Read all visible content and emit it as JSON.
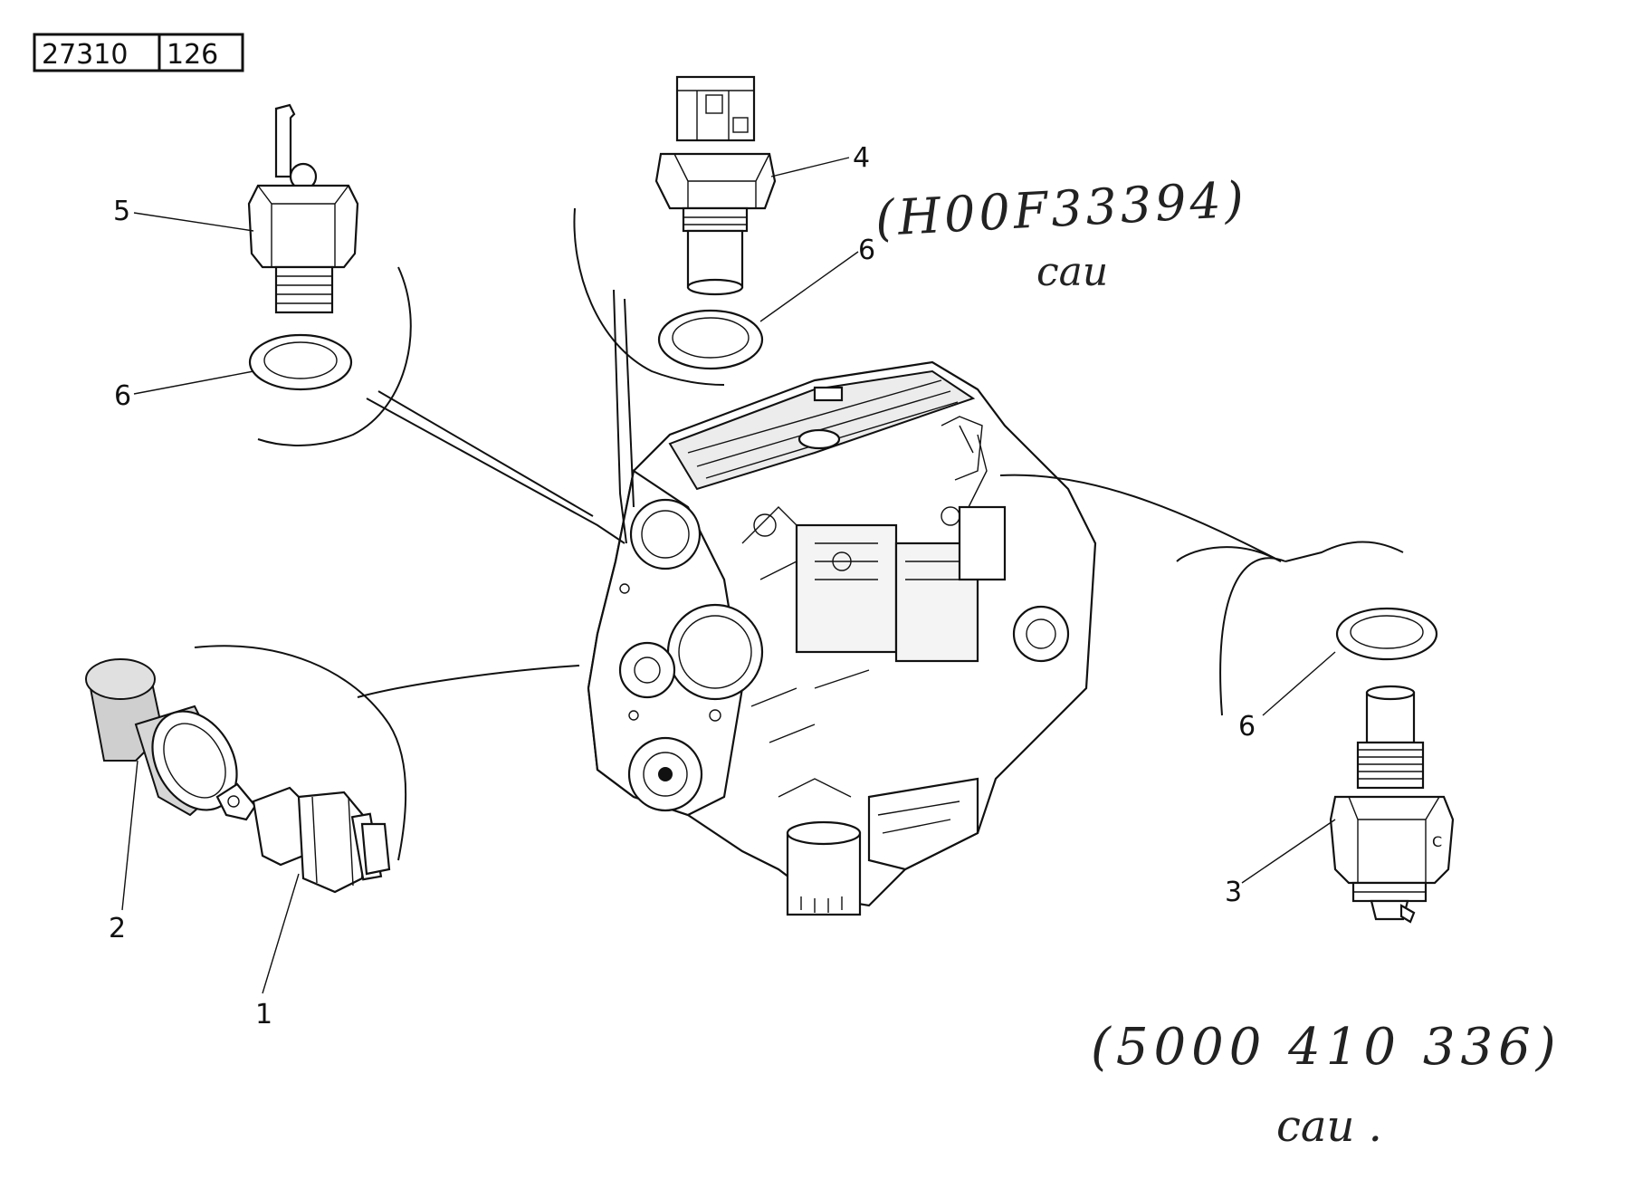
{
  "reference_box": {
    "cells": [
      "27310",
      "126"
    ]
  },
  "callouts": {
    "c1": "1",
    "c2": "2",
    "c3": "3",
    "c4": "4",
    "c5": "5",
    "c6a": "6",
    "c6b": "6",
    "c6c": "6"
  },
  "handwritten": {
    "note_top_number": "(H00F33394)",
    "note_top_word": "cau",
    "note_bottom_number": "(5000 410 336)",
    "note_bottom_word": "cau ."
  }
}
